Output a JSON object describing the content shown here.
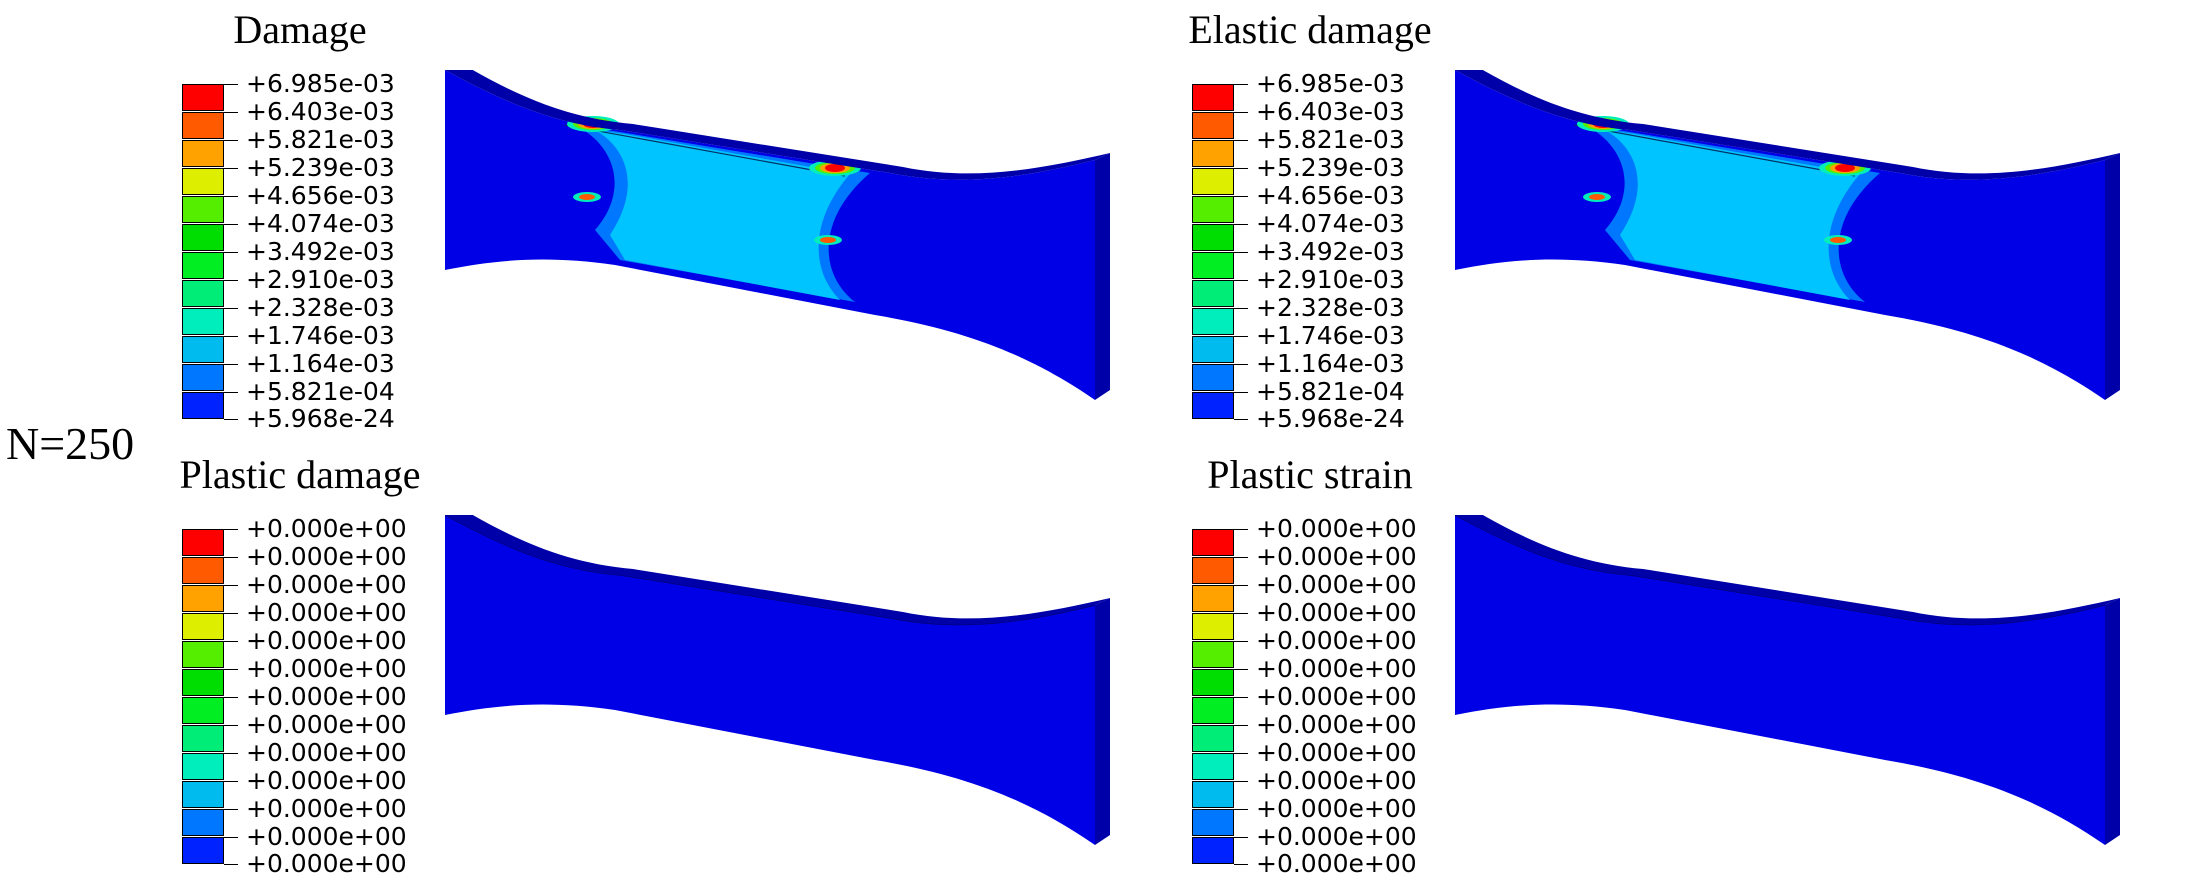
{
  "cycle_label": "N=250",
  "panels": [
    {
      "title": "Damage",
      "legend": [
        "+6.985e-03",
        "+6.403e-03",
        "+5.821e-03",
        "+5.239e-03",
        "+4.656e-03",
        "+4.074e-03",
        "+3.492e-03",
        "+2.910e-03",
        "+2.328e-03",
        "+1.746e-03",
        "+1.164e-03",
        "+5.821e-04",
        "+5.968e-24"
      ],
      "contour": "damaged"
    },
    {
      "title": "Elastic damage",
      "legend": [
        "+6.985e-03",
        "+6.403e-03",
        "+5.821e-03",
        "+5.239e-03",
        "+4.656e-03",
        "+4.074e-03",
        "+3.492e-03",
        "+2.910e-03",
        "+2.328e-03",
        "+1.746e-03",
        "+1.164e-03",
        "+5.821e-04",
        "+5.968e-24"
      ],
      "contour": "damaged"
    },
    {
      "title": "Plastic damage",
      "legend": [
        "+0.000e+00",
        "+0.000e+00",
        "+0.000e+00",
        "+0.000e+00",
        "+0.000e+00",
        "+0.000e+00",
        "+0.000e+00",
        "+0.000e+00",
        "+0.000e+00",
        "+0.000e+00",
        "+0.000e+00",
        "+0.000e+00",
        "+0.000e+00"
      ],
      "contour": "uniform"
    },
    {
      "title": "Plastic strain",
      "legend": [
        "+0.000e+00",
        "+0.000e+00",
        "+0.000e+00",
        "+0.000e+00",
        "+0.000e+00",
        "+0.000e+00",
        "+0.000e+00",
        "+0.000e+00",
        "+0.000e+00",
        "+0.000e+00",
        "+0.000e+00",
        "+0.000e+00",
        "+0.000e+00"
      ],
      "contour": "uniform"
    }
  ],
  "colormap": [
    "#ff0000",
    "#ff5a00",
    "#ffa200",
    "#ddee00",
    "#55ee00",
    "#00dd00",
    "#00ee22",
    "#00ee77",
    "#00eebb",
    "#00bbee",
    "#0077ff",
    "#0022ff"
  ],
  "colors": {
    "deep_blue": "#0000e6",
    "side_blue": "#0000a8",
    "light_blue": "#00c4ff"
  }
}
